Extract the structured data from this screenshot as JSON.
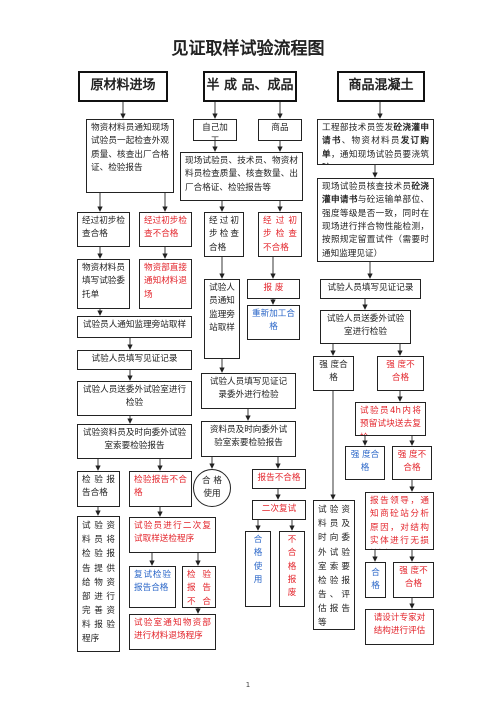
{
  "title": "见证取样试验流程图",
  "page_number": "1",
  "columns": {
    "raw": "原材料进场",
    "semi": "半 成 品、成品",
    "concrete": "商品混凝土"
  },
  "raw": {
    "notify": "物资材料员通知现场试验员一起检查外观质量、核查出厂合格证、检验报告",
    "pass": "经过初步检查合格",
    "fail": "经过初步检查不合格",
    "fill_form": "物资材料员填写试验委托单",
    "return": "物资部直接通知材料退场",
    "notify_supervisor": "试验员人通知监理旁站取样",
    "fill_witness": "试验人员填写见证记录",
    "send_out": "试验人员送委外试验室进行检验",
    "ask_report": "试验资料员及时向委外试验室索要检验报告",
    "report_ok": "检验报告合格",
    "report_fail": "检验报告不合格",
    "file": "试验资料员将检验报告提供给物资部进行完善资料报验程序",
    "second_sampling": "试验员进行二次复试取样送检程序",
    "retest_ok": "复试检验报告合格",
    "retest_fail": "检验报告不合格",
    "lab_notify": "试验室通知物资部进行材料退场程序"
  },
  "semi": {
    "self_made": "自己加工",
    "commercial": "商品",
    "check": "现场试验员、技术员、物资材料员检查质量、核查数量、出厂合格证、检验报告等",
    "pass": "经过初步检查合格",
    "fail": "经过初步检查不合格",
    "supervise": "试验人员通知监理旁站取样",
    "scrap": "报 废",
    "rework": "重新加工合 格",
    "fill_witness": "试验人员填写见证记录委外进行检验",
    "ask_report": "资料员及时向委外试验室索要检验报告",
    "ok_use": "合 格使用",
    "report_fail": "报告不合格",
    "second_test": "二次复试",
    "ok_use2": "合格使用",
    "fail_scrap": "不合格报废"
  },
  "concrete": {
    "order": "工程部技术员签发砼浇灌申请书、物资材料员发订购单，通知现场试验员要浇筑砼",
    "order_b1": "砼浇灌申",
    "order_b2": "请书",
    "order_b3": "发订购单",
    "check": "现场试验员核查技术员砼浇灌申请书与砼运输单部位、强度等级是否一致，同时在现场进行拌合物性能检测，按照规定留置试件（需要时通知监理见证）",
    "check_b": "砼浇灌申请书",
    "fill_witness": "试验人员填写见证记录",
    "send_out": "试验人员送委外试验室进行检验",
    "strength_ok": "强 度合 格",
    "strength_fail": "强 度不合格",
    "retest_4h": "试验员4h内将预留试块送去复检",
    "strength_ok2": "强 度合 格",
    "strength_fail2": "强 度不合格",
    "file": "试验资料员及时向委外试验室索要检验报告、评估报告等",
    "report_leader": "报告领导，通知商砼站分析原因，对结构实体进行无损检测",
    "ok": "合格",
    "strength_fail3": "强 度不合格",
    "design_eval": "请设计专家对结构进行评估"
  },
  "colors": {
    "red": "#e3242b",
    "blue": "#2a66c8",
    "border": "#222222"
  }
}
